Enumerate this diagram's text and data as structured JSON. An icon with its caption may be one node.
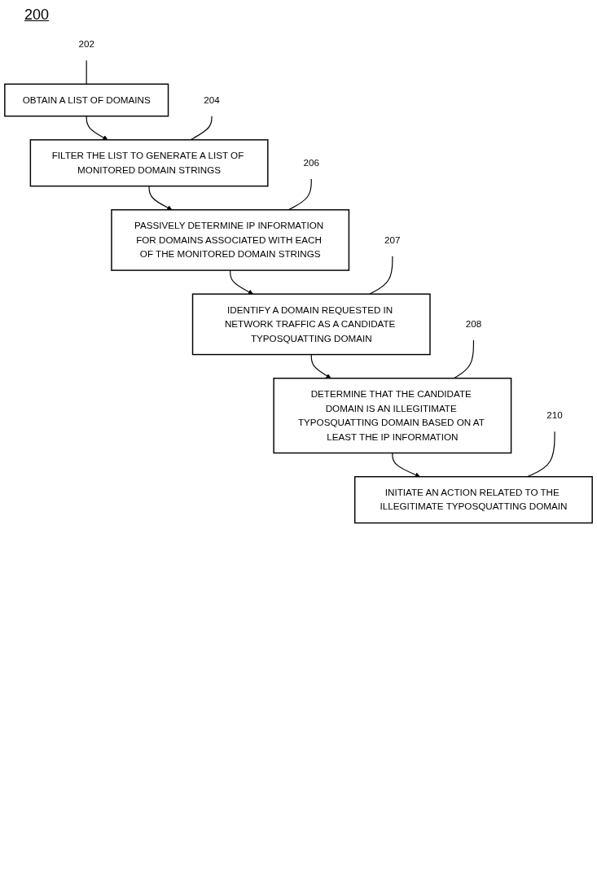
{
  "diagram": {
    "nodes": [
      {
        "text": [
          "OBTAIN A LIST OF DOMAINS"
        ]
      },
      {
        "text": [
          "202"
        ]
      },
      {
        "text": [
          "FILTER THE LIST TO GENERATE A LIST OF MONITORED DOMAIN STRINGS"
        ]
      },
      {
        "text": [
          "204"
        ]
      },
      {
        "text": [
          "PASSIVELY DETERMINE IP INFORMATION FOR DOMAINS ASSOCIATED WITH EACH OF THE MONITORED DOMAIN STRINGS"
        ]
      },
      {
        "text": [
          "206"
        ]
      },
      {
        "text": [
          "IDENTIFY A DOMAIN REQUESTED IN NETWORK TRAFFIC AS A CANDIDATE TYPOSQUATTING DOMAIN"
        ]
      },
      {
        "text": [
          "207"
        ]
      },
      {
        "text": [
          "DETERMINE THAT THE CANDIDATE DOMAIN IS AN ILLEGITIMATE TYPOSQUATTING DOMAIN BASED ON AT LEAST THE IP INFORMATION"
        ]
      },
      {
        "text": [
          "208"
        ]
      },
      {
        "text": [
          "INITIATE AN ACTION RELATED TO THE ILLEGITIMATE TYPOSQUATTING DOMAIN"
        ]
      },
      {
        "text": [
          "210"
        ]
      }
    ],
    "edges": [
      {
        "from": 0,
        "to": 2,
        "arrow": "to"
      },
      {
        "from": 2,
        "to": 4,
        "arrow": "to"
      },
      {
        "from": 4,
        "to": 6,
        "arrow": "to"
      },
      {
        "from": 6,
        "to": 8,
        "arrow": "to"
      },
      {
        "from": 8,
        "to": 10,
        "arrow": "to"
      },
      {
        "from": 1,
        "to": 0,
        "arrow": "none"
      },
      {
        "from": 3,
        "to": 2,
        "arrow": "none"
      },
      {
        "from": 5,
        "to": 4,
        "arrow": "none"
      },
      {
        "from": 7,
        "to": 6,
        "arrow": "none"
      },
      {
        "from": 9,
        "to": 8,
        "arrow": "none"
      },
      {
        "from": 11,
        "to": 10,
        "arrow": "none"
      }
    ],
    "labels": [
      "200"
    ]
  }
}
